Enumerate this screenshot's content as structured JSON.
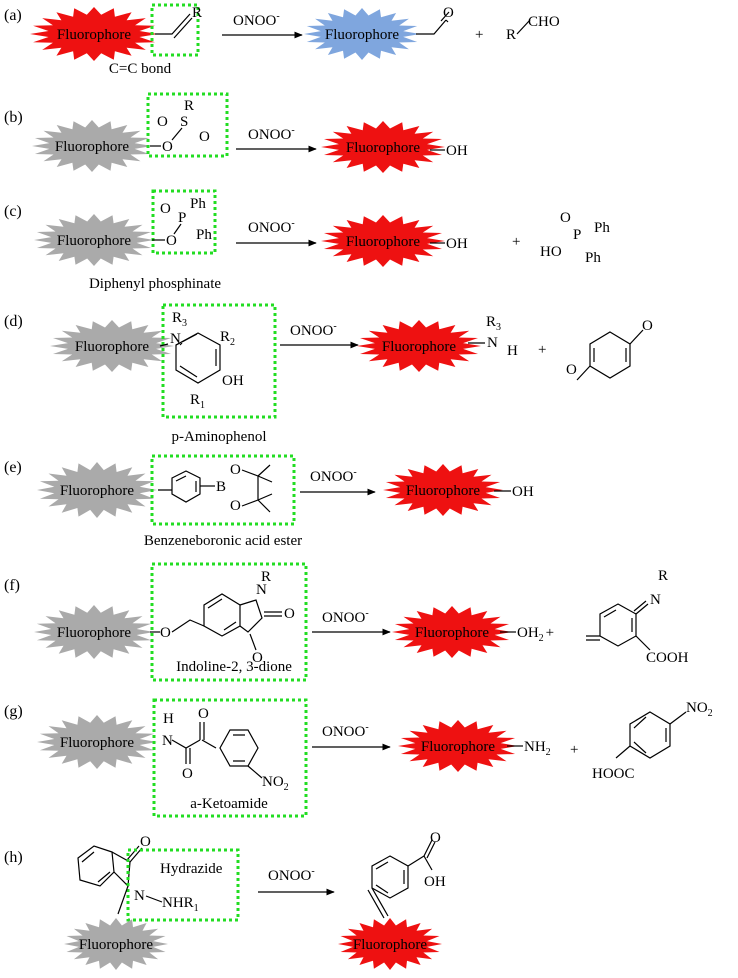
{
  "colors": {
    "red": "#ee1111",
    "grey": "#aaaaaa",
    "blue": "#7fa6de",
    "box": "#22dd22"
  },
  "fluorophore": "Fluorophore",
  "reagent": "ONOO",
  "reagent_sup": "-",
  "plus": "+",
  "a": {
    "label": "(a)",
    "R": "R",
    "caption": "C=C bond",
    "O": "O",
    "aldehyde": "R",
    "aldehyde2": "CHO"
  },
  "b": {
    "label": "(b)",
    "R": "R",
    "O": "O",
    "S": "S",
    "OH": "OH"
  },
  "c": {
    "label": "(c)",
    "Ph": "Ph",
    "P": "P",
    "O": "O",
    "caption": "Diphenyl phosphinate",
    "OH": "OH",
    "HO": "HO"
  },
  "d": {
    "label": "(d)",
    "R3": "R",
    "sub3": "3",
    "R2": "R",
    "sub2": "2",
    "R1": "R",
    "sub1": "1",
    "N": "N",
    "OH": "OH",
    "H": "H",
    "O": "O",
    "caption": "p-Aminophenol"
  },
  "e": {
    "label": "(e)",
    "B": "B",
    "O": "O",
    "OH": "OH",
    "caption": "Benzeneboronic acid ester"
  },
  "f": {
    "label": "(f)",
    "R": "R",
    "N": "N",
    "O": "O",
    "OH2": "OH",
    "sub2": "2",
    "COOH": "COOH",
    "caption": "Indoline-2, 3-dione"
  },
  "g": {
    "label": "(g)",
    "H": "H",
    "N": "N",
    "O": "O",
    "NO2": "NO",
    "sub2": "2",
    "NH2": "NH",
    "HOOC": "HOOC",
    "caption": "a-Ketoamide"
  },
  "h": {
    "label": "(h)",
    "O": "O",
    "Hydrazide": "Hydrazide",
    "N": "N",
    "NHR1": "NHR",
    "sub1": "1",
    "OH": "OH"
  }
}
